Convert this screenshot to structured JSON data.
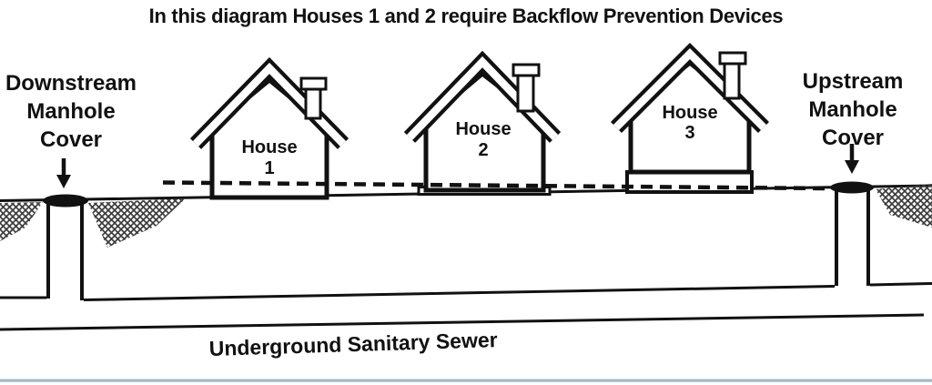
{
  "title": "In this diagram Houses 1 and 2 require Backflow Prevention Devices",
  "left_label": {
    "line1": "Downstream",
    "line2": "Manhole",
    "line3": "Cover"
  },
  "right_label": {
    "line1": "Upstream",
    "line2": "Manhole",
    "line3": "Cover"
  },
  "sewer_label": "Underground Sanitary Sewer",
  "houses": [
    {
      "name": "House",
      "number": "1"
    },
    {
      "name": "House",
      "number": "2"
    },
    {
      "name": "House",
      "number": "3"
    }
  ],
  "icons": {
    "downstream_arrow": "down-arrow",
    "upstream_arrow": "down-arrow"
  },
  "colors": {
    "ink": "#111111",
    "bottom_border": "#a2b8cd"
  }
}
